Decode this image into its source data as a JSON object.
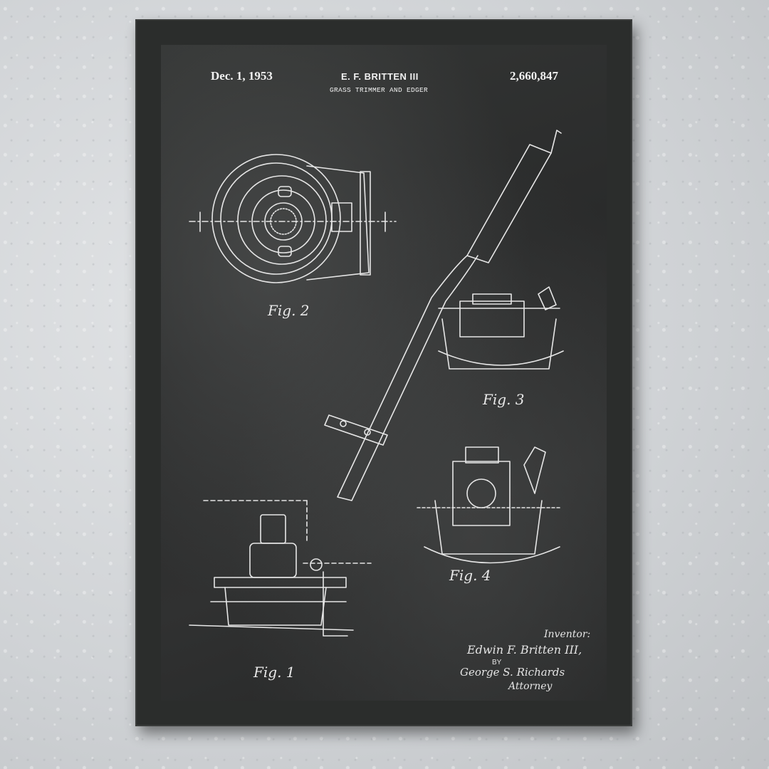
{
  "patent": {
    "date": "Dec. 1, 1953",
    "inventor": "E. F. BRITTEN III",
    "number": "2,660,847",
    "title": "GRASS TRIMMER AND EDGER"
  },
  "figures": {
    "fig1": "Fig. 1",
    "fig2": "Fig. 2",
    "fig3": "Fig. 3",
    "fig4": "Fig. 4"
  },
  "signature": {
    "inventor_label": "Inventor:",
    "inventor_name": "Edwin F. Britten III,",
    "by": "BY",
    "attorney_name": "George S. Richards",
    "attorney_label": "Attorney"
  },
  "colors": {
    "wall": "#cfd2d5",
    "frame": "#2b2d2c",
    "chalkboard": "#2e2f2f",
    "chalk": "#eeeeee"
  }
}
